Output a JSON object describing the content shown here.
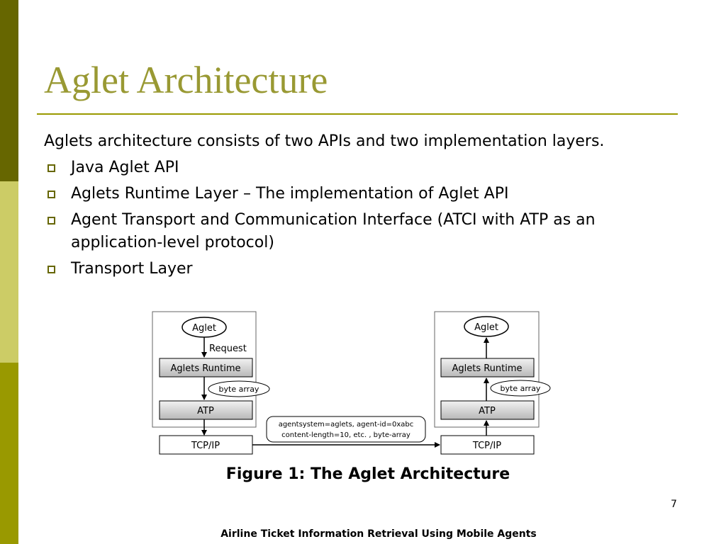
{
  "slide": {
    "title": "Aglet Architecture",
    "intro": "Aglets architecture consists of two APIs and two implementation layers.",
    "bullets": [
      "Java Aglet API",
      "Aglets Runtime Layer – The implementation of Aglet API",
      "Agent Transport and Communication Interface (ATCI with ATP as an application-level protocol)",
      "Transport Layer"
    ],
    "caption": "Figure 1: The Aglet Architecture",
    "page_number": "7",
    "footer": "Airline Ticket Information Retrieval Using Mobile Agents"
  },
  "diagram": {
    "left": {
      "aglet": "Aglet",
      "request": "Request",
      "runtime": "Aglets Runtime",
      "byte_array": "byte array",
      "atp": "ATP",
      "tcpip": "TCP/IP"
    },
    "right": {
      "aglet": "Aglet",
      "runtime": "Aglets Runtime",
      "byte_array": "byte array",
      "atp": "ATP",
      "tcpip": "TCP/IP"
    },
    "message_line1": "agentsystem=aglets, agent-id=0xabc",
    "message_line2": "content-length=10, etc. , byte-array"
  },
  "colors": {
    "sidebar_dark": "#666600",
    "sidebar_light": "#cccc66",
    "sidebar_mid": "#999900",
    "title": "#999933",
    "rule": "#999900"
  }
}
